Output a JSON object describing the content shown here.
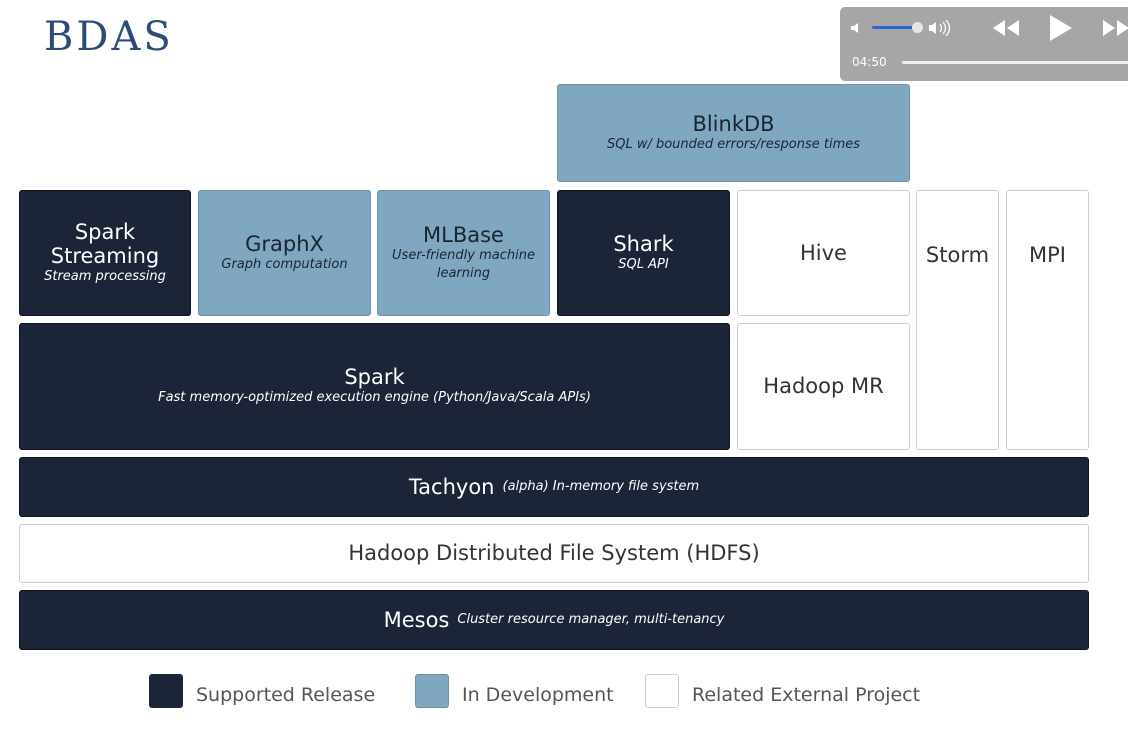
{
  "title": "BDAS",
  "player": {
    "time": "04:50",
    "volume": 0.72,
    "progress": 0.0
  },
  "blocks": {
    "blinkdb": {
      "name": "BlinkDB",
      "desc": "SQL w/ bounded errors/response times"
    },
    "streaming": {
      "name": "Spark Streaming",
      "desc": "Stream processing"
    },
    "graphx": {
      "name": "GraphX",
      "desc": "Graph computation"
    },
    "mlbase": {
      "name": "MLBase",
      "desc": "User-friendly machine learning"
    },
    "shark": {
      "name": "Shark",
      "desc": "SQL API"
    },
    "hive": {
      "name": "Hive"
    },
    "storm": {
      "name": "Storm"
    },
    "mpi": {
      "name": "MPI"
    },
    "spark": {
      "name": "Spark",
      "desc": "Fast memory-optimized execution engine (Python/Java/Scala APIs)"
    },
    "hadoopmr": {
      "name": "Hadoop MR"
    },
    "tachyon": {
      "name": "Tachyon",
      "desc": "(alpha) In-memory file system"
    },
    "hdfs": {
      "name": "Hadoop Distributed File System (HDFS)"
    },
    "mesos": {
      "name": "Mesos",
      "desc": "Cluster resource manager, multi-tenancy"
    }
  },
  "legend": [
    {
      "label": "Supported Release",
      "color": "#1c2537"
    },
    {
      "label": "In Development",
      "color": "#7fa7c0"
    },
    {
      "label": "Related External Project",
      "color": "#ffffff"
    }
  ]
}
